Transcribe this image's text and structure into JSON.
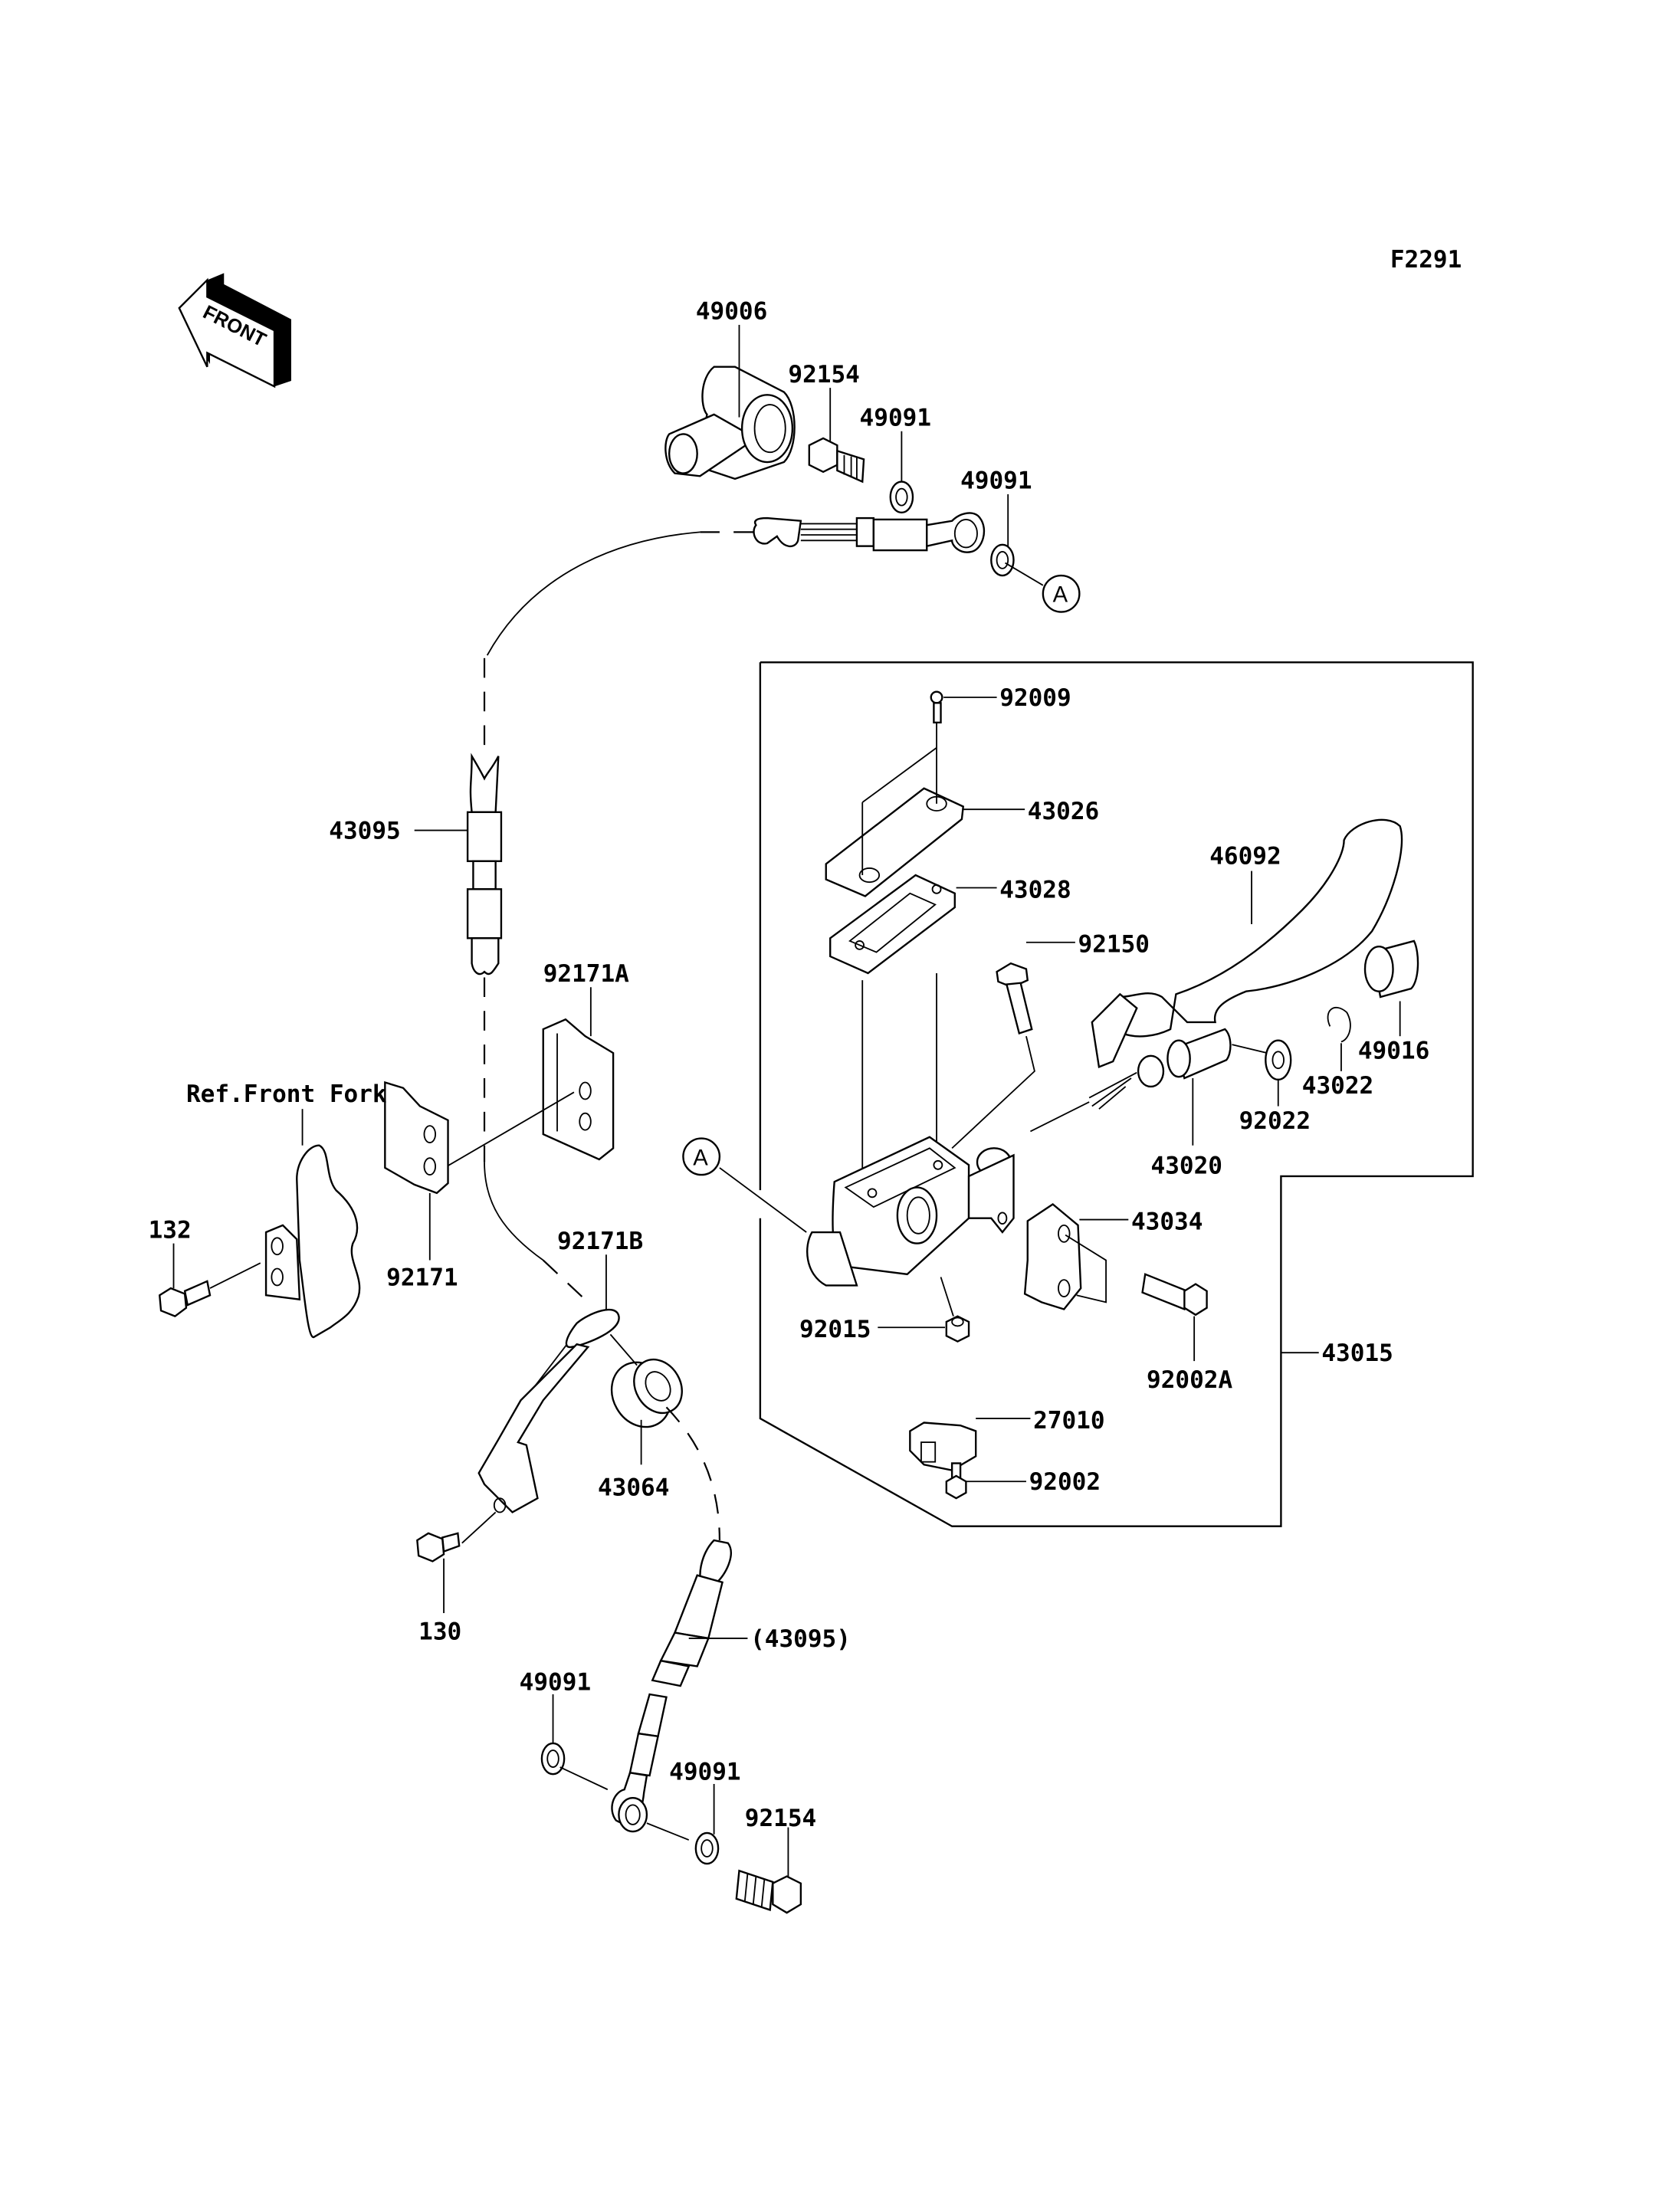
{
  "diagram": {
    "figure_id": "F2291",
    "direction_indicator": "FRONT",
    "reference_note": "Ref.Front Fork",
    "connection_marker": "A",
    "labels": {
      "p49006": "49006",
      "p92154_top": "92154",
      "p49091_top1": "49091",
      "p49091_top2": "49091",
      "p43095": "43095",
      "p92171A": "92171A",
      "p92171": "92171",
      "p132": "132",
      "p92171B": "92171B",
      "p130": "130",
      "p43064": "43064",
      "p43095_paren": "(43095)",
      "p49091_bot1": "49091",
      "p49091_bot2": "49091",
      "p92154_bot": "92154",
      "p92009": "92009",
      "p43026": "43026",
      "p43028": "43028",
      "p92150": "92150",
      "p46092": "46092",
      "p49016": "49016",
      "p43022": "43022",
      "p92022": "92022",
      "p43020": "43020",
      "p43034": "43034",
      "p92015": "92015",
      "p92002A": "92002A",
      "p43015": "43015",
      "p27010": "27010",
      "p92002": "92002"
    }
  }
}
